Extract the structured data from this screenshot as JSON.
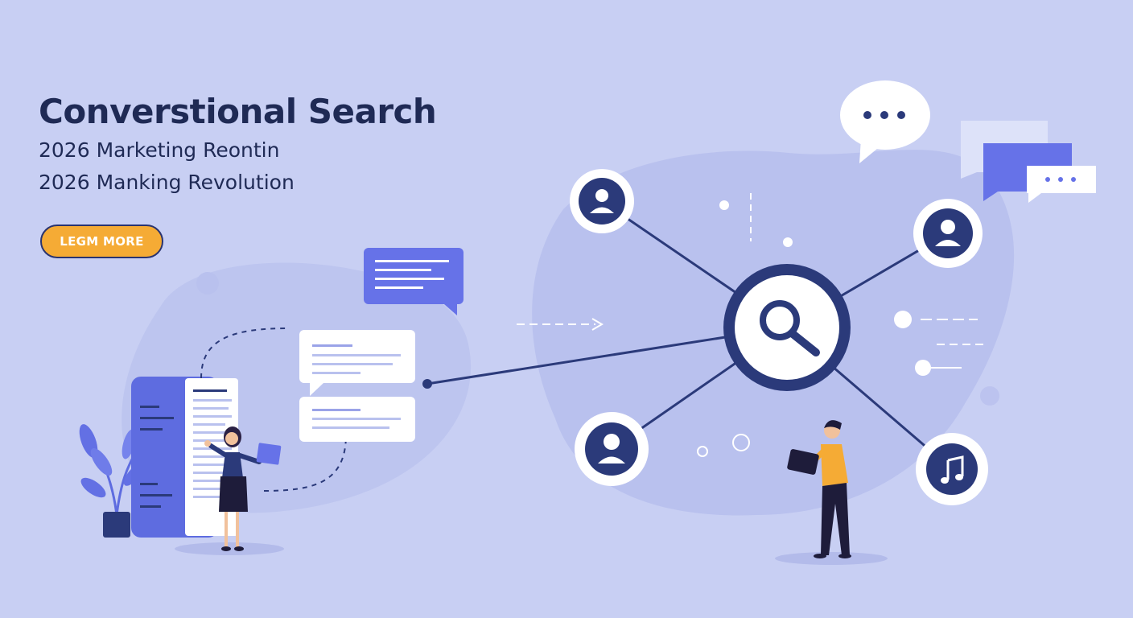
{
  "hero": {
    "title": "Converstional Search",
    "subtitle_line1": "2026 Marketing Reontin",
    "subtitle_line2": "2026 Manking Revolution",
    "cta_label": "LEGM MORE"
  },
  "colors": {
    "background": "#c8cff3",
    "navy": "#2b3a7a",
    "accent_blue": "#6672e8",
    "accent_orange": "#f5ab35",
    "white": "#ffffff"
  },
  "icons": [
    "user-icon",
    "search-icon",
    "music-note-icon",
    "ellipsis-icon",
    "chat-bubble-icon",
    "plant-icon",
    "tablet-icon"
  ]
}
